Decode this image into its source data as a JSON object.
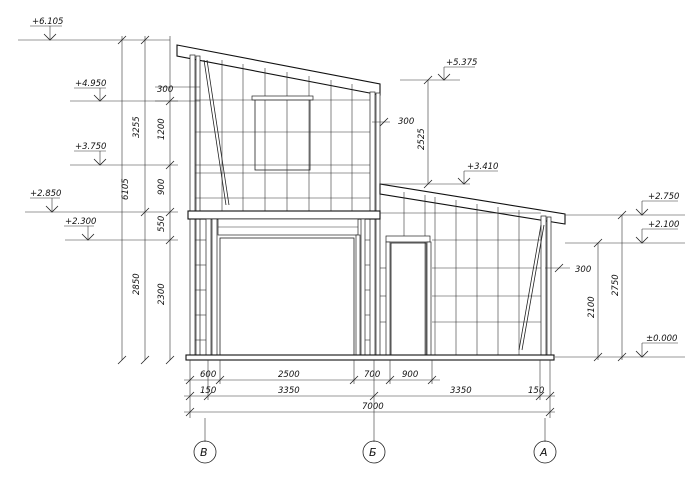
{
  "elevations": {
    "e6105": "+6.105",
    "e4950": "+4.950",
    "e3750": "+3.750",
    "e2850": "+2.850",
    "e2300": "+2.300",
    "e5375": "+5.375",
    "e3410": "+3.410",
    "e2750": "+2.750",
    "e2100": "+2.100",
    "e0000": "±0.000"
  },
  "dimensions": {
    "left_total": "6105",
    "left_upper": "3255",
    "left_lower": "2850",
    "d1200": "1200",
    "d900": "900",
    "d550": "550",
    "d2300": "2300",
    "d300_top": "300",
    "d300_mid": "300",
    "d2525": "2525",
    "d300_right": "300",
    "d2100": "2100",
    "d2750": "2750",
    "b600": "600",
    "b2500": "2500",
    "b700": "700",
    "b900": "900",
    "b150_left": "150",
    "b3350_left": "3350",
    "b3350_right": "3350",
    "b150_right": "150",
    "b7000": "7000"
  },
  "axes": {
    "left": "В",
    "middle": "Б",
    "right": "А"
  }
}
